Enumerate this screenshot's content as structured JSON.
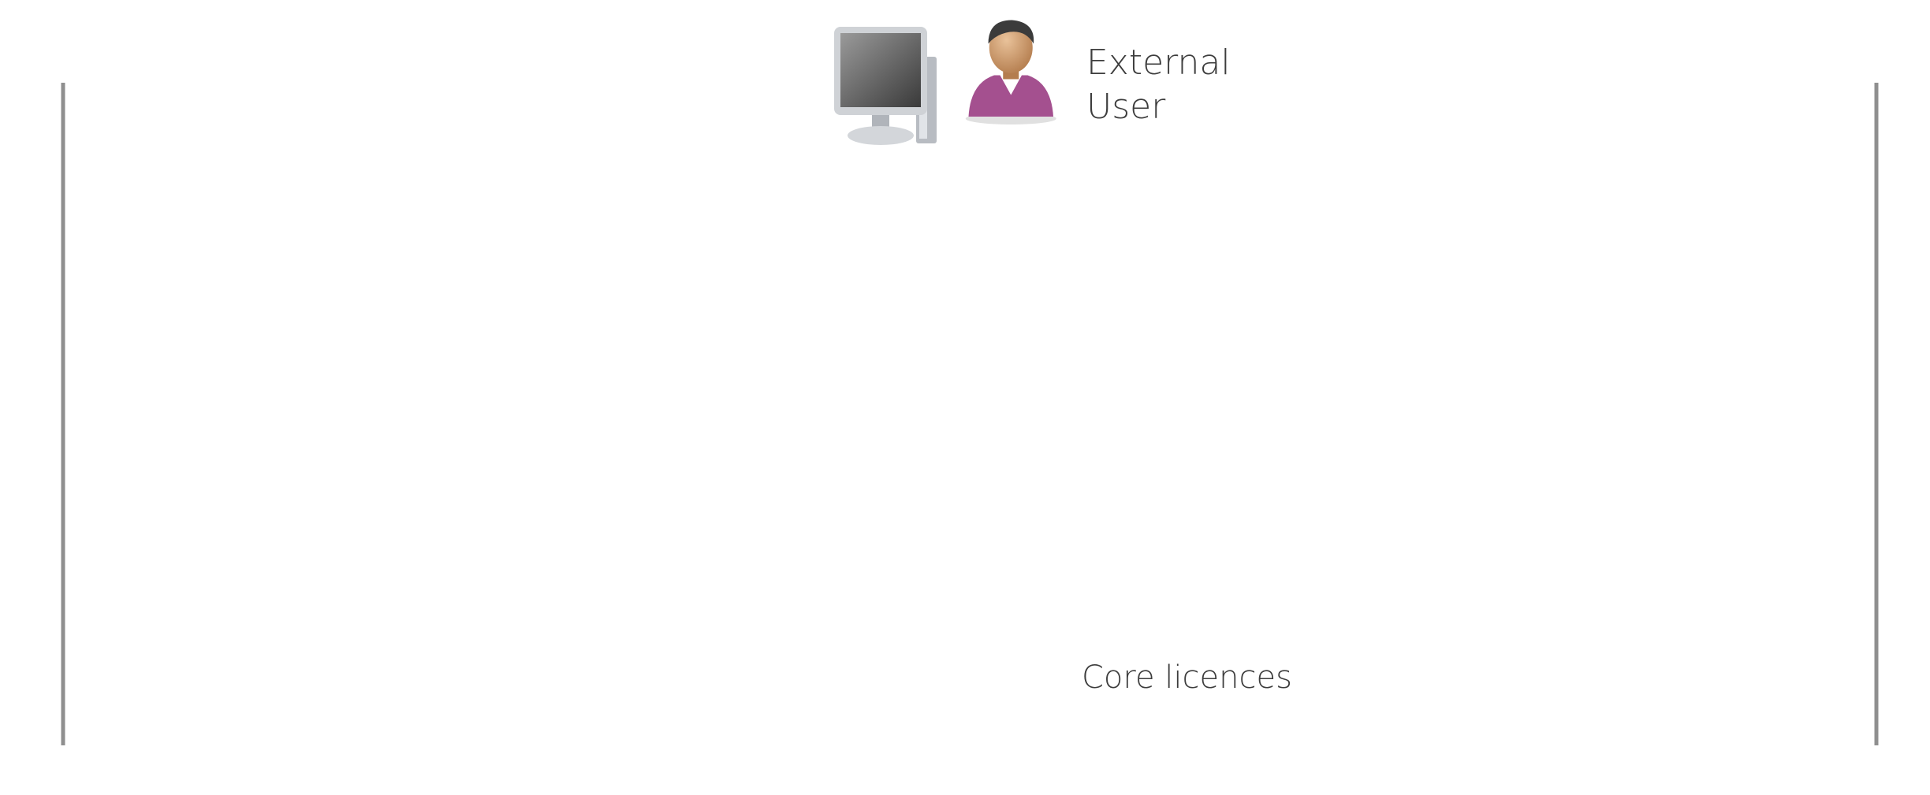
{
  "labels": {
    "external_line1": "External",
    "external_line2": "User",
    "core_licences": "Core licences"
  },
  "colors": {
    "frame": "#8f8f8f",
    "screen_blue": "#1637b8",
    "document_yellow": "#efe39a",
    "server_gray": "#d9dce0",
    "shirt_green": "#4f9c82",
    "shirt_olive": "#8fb36b",
    "shirt_purple": "#a4508f",
    "shirt_blue": "#79a6d6",
    "ray_orange": "#f2a81d",
    "text": "#3d3d3d"
  },
  "icons": [
    "external-user-icon",
    "desktop-computer-icon",
    "laptop-icon",
    "mobile-phone-icon",
    "user-icon",
    "server-icon",
    "magnifier-icon",
    "processor-icon",
    "document-icon"
  ]
}
